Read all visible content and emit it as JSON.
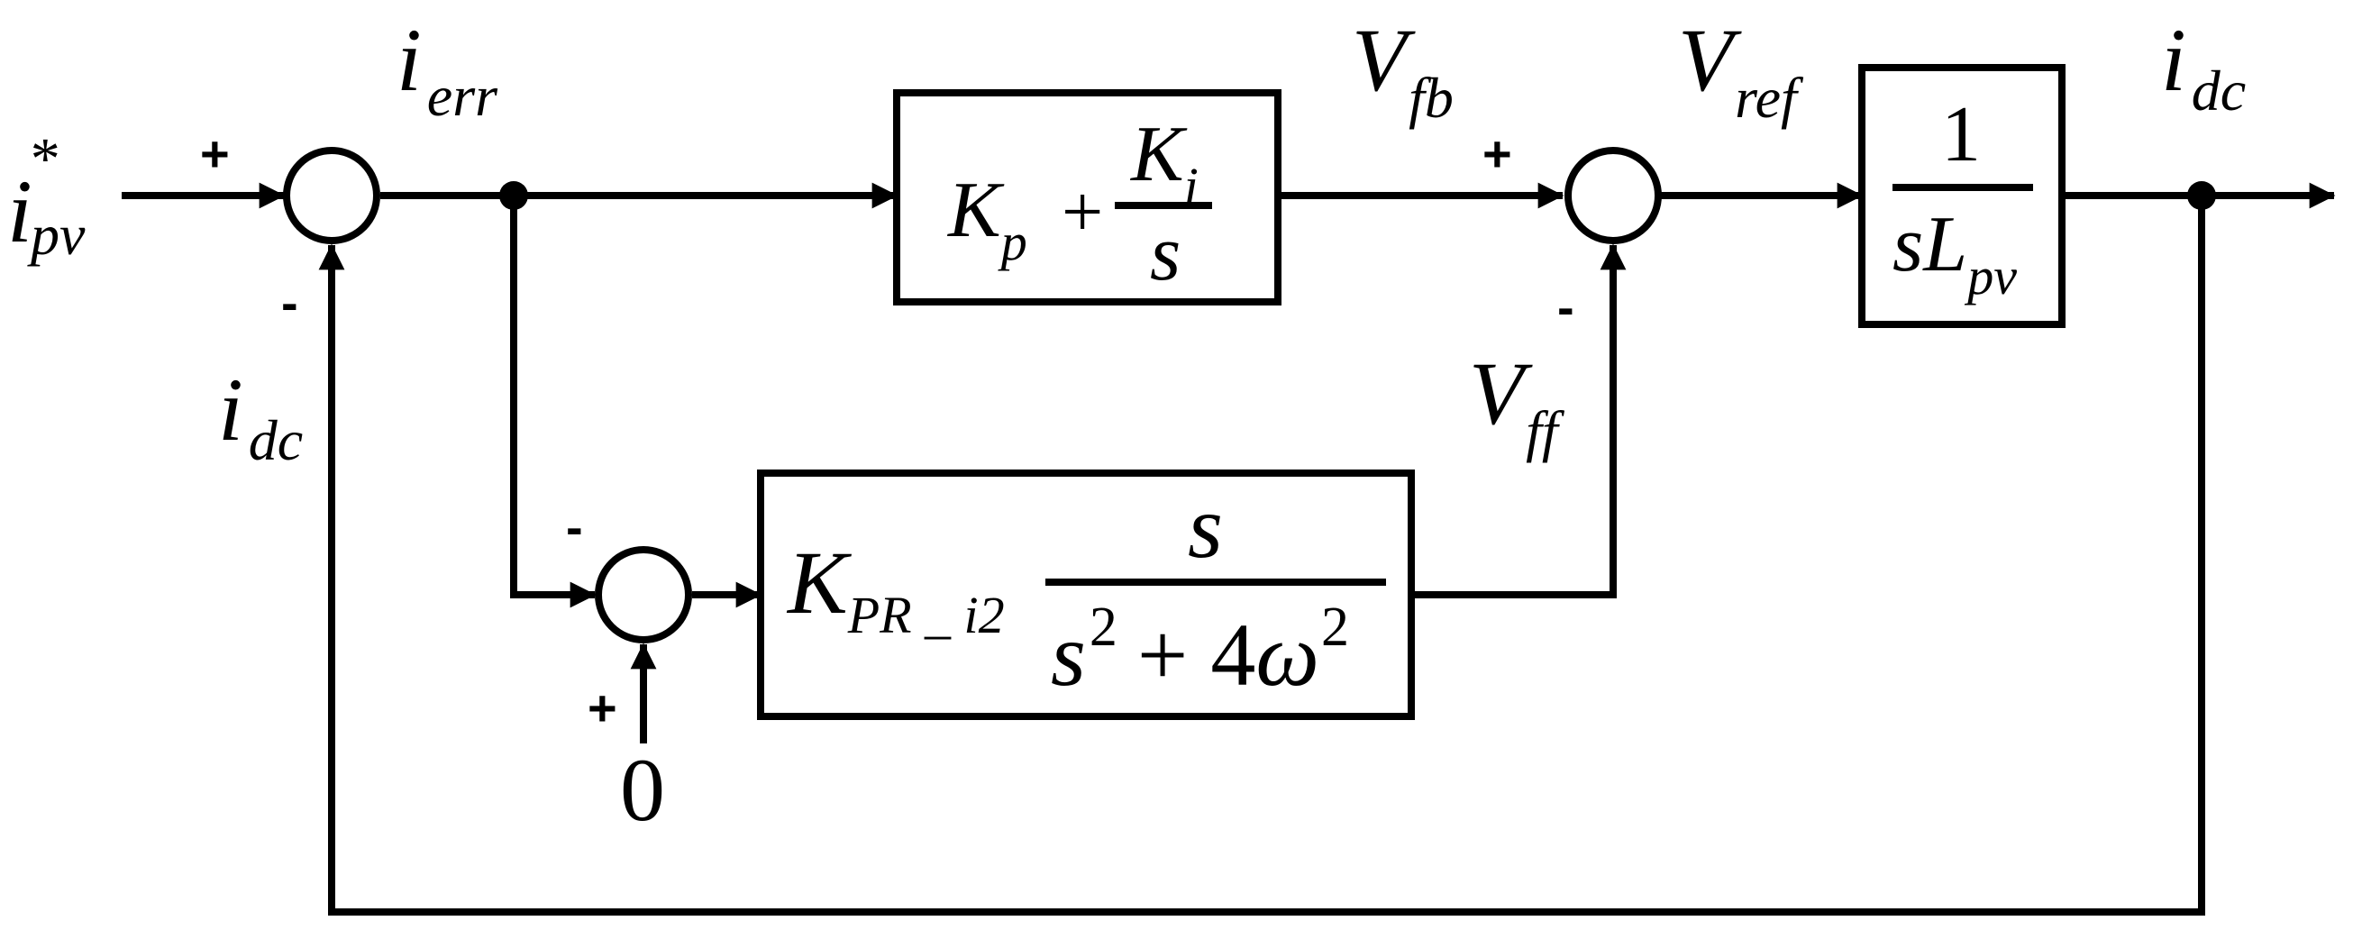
{
  "colors": {
    "ink": "#000000",
    "background": "#ffffff"
  },
  "labels": {
    "input_base": "i",
    "input_sup": "*",
    "input_sub": "pv",
    "ierr_base": "i",
    "ierr_sub": "err",
    "idc_feedback_base": "i",
    "idc_feedback_sub": "dc",
    "vfb_base": "V",
    "vfb_sub": "fb",
    "vref_base": "V",
    "vref_sub": "ref",
    "vff_base": "V",
    "vff_sub": "ff",
    "idc_out_base": "i",
    "idc_out_sub": "dc",
    "zero_input": "0"
  },
  "signs": {
    "sum1_plus": "+",
    "sum1_minus": "-",
    "sum2_plus": "+",
    "sum2_minus": "-",
    "sum3_minus": "-",
    "sum3_plus": "+"
  },
  "blocks": {
    "pi": {
      "kp": "K",
      "kp_sub": "p",
      "plus": "+",
      "ki": "K",
      "ki_sub": "i",
      "s": "s"
    },
    "plant": {
      "numerator": "1",
      "den_s": "s",
      "den_L": "L",
      "den_sub": "pv"
    },
    "pr": {
      "k": "K",
      "k_sub": "PR _ i2",
      "num": "s",
      "den_s": "s",
      "den_exp": "2",
      "den_plus": "+ 4",
      "den_w": "ω",
      "den_w_exp": "2"
    }
  }
}
